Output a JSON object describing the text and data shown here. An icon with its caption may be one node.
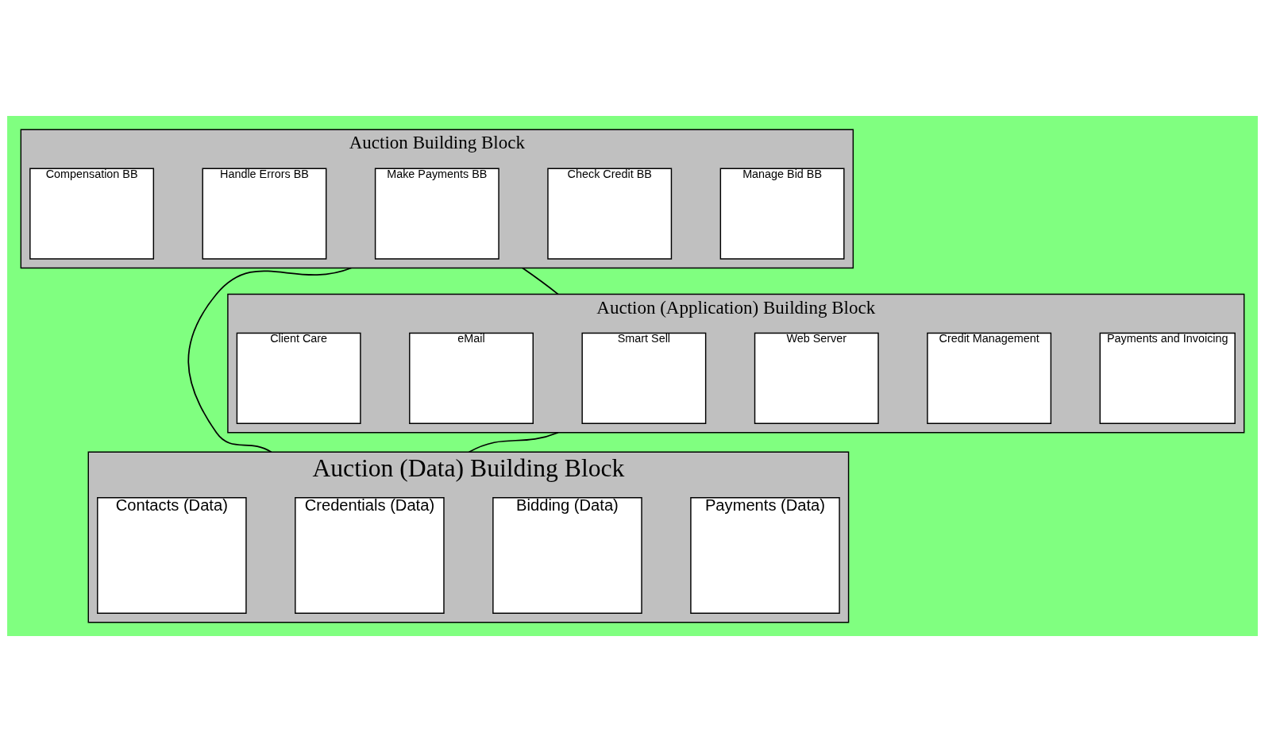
{
  "diagram": {
    "nodes": [
      {
        "text": [
          "Auction Building Block"
        ]
      },
      {
        "text": [
          "Manage Bid BB"
        ],
        "in": 0
      },
      {
        "text": [
          "Check Credit BB"
        ],
        "in": 0
      },
      {
        "text": [
          "Make Payments BB"
        ],
        "in": 0
      },
      {
        "text": [
          "Handle Errors BB"
        ],
        "in": 0
      },
      {
        "text": [
          "Compensation BB"
        ],
        "in": 0
      },
      {
        "text": [
          "Auction (Data) Building Block"
        ]
      },
      {
        "text": [
          "Payments (Data)"
        ],
        "in": 6
      },
      {
        "text": [
          "Bidding (Data)"
        ],
        "in": 6
      },
      {
        "text": [
          "Credentials (Data)"
        ],
        "in": 6
      },
      {
        "text": [
          "Contacts (Data)"
        ],
        "in": 6
      },
      {
        "text": [
          "Auction (Application) Building Block"
        ]
      },
      {
        "text": [
          "Payments and Invoicing"
        ],
        "in": 11
      },
      {
        "text": [
          "Credit Management"
        ],
        "in": 11
      },
      {
        "text": [
          "Web Server"
        ],
        "in": 11
      },
      {
        "text": [
          "Smart Sell"
        ],
        "in": 11
      },
      {
        "text": [
          "eMail"
        ],
        "in": 11
      },
      {
        "text": [
          "Client Care"
        ],
        "in": 11
      }
    ],
    "edges": [
      {
        "from": 0,
        "to": 6,
        "arrow": "none"
      },
      {
        "from": 0,
        "to": 11,
        "arrow": "none"
      },
      {
        "from": 11,
        "to": 6,
        "arrow": "none"
      }
    ]
  }
}
